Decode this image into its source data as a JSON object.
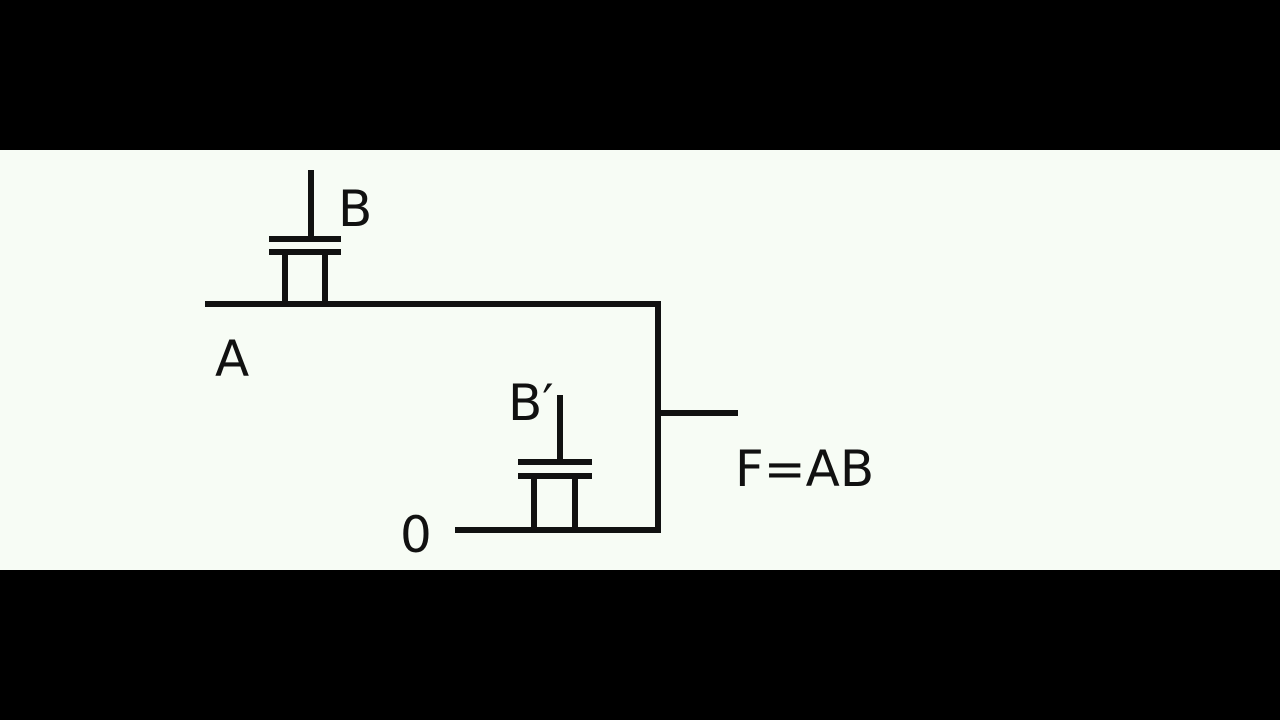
{
  "diagram": {
    "colors": {
      "letterbox": "#000000",
      "background": "#f7fcf5",
      "ink": "#111111"
    },
    "labels": {
      "input_a": "A",
      "gate_top": "B",
      "gate_bottom": "B′",
      "input_zero": "0",
      "output": "F=AB"
    }
  }
}
